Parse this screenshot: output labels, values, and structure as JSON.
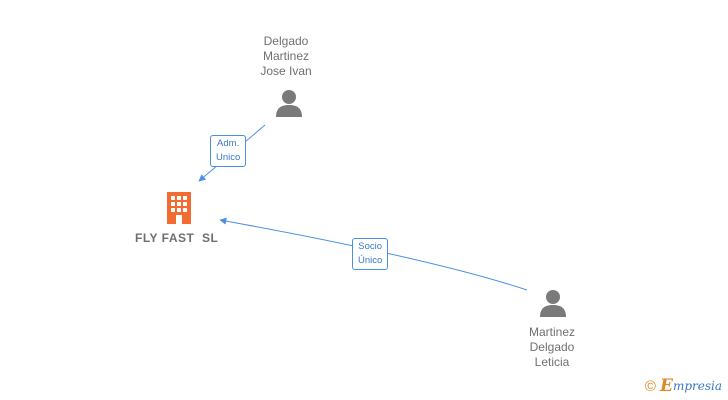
{
  "nodes": {
    "person_top": {
      "name_lines": [
        "Delgado",
        "Martinez",
        "Jose Ivan"
      ]
    },
    "person_bottom": {
      "name_lines": [
        "Martinez",
        "Delgado",
        "Leticia"
      ]
    },
    "company": {
      "name": "FLY FAST  SL"
    }
  },
  "edges": {
    "top_to_company": {
      "label_lines": [
        "Adm.",
        "Unico"
      ]
    },
    "bottom_to_company": {
      "label_lines": [
        "Socio",
        "Único"
      ]
    }
  },
  "colors": {
    "edge": "#4a90e2",
    "person_icon": "#7a7a7a",
    "company_icon": "#f26b30"
  },
  "footer": {
    "copyright": "©",
    "brand_initial": "E",
    "brand_rest": "mpresia"
  }
}
